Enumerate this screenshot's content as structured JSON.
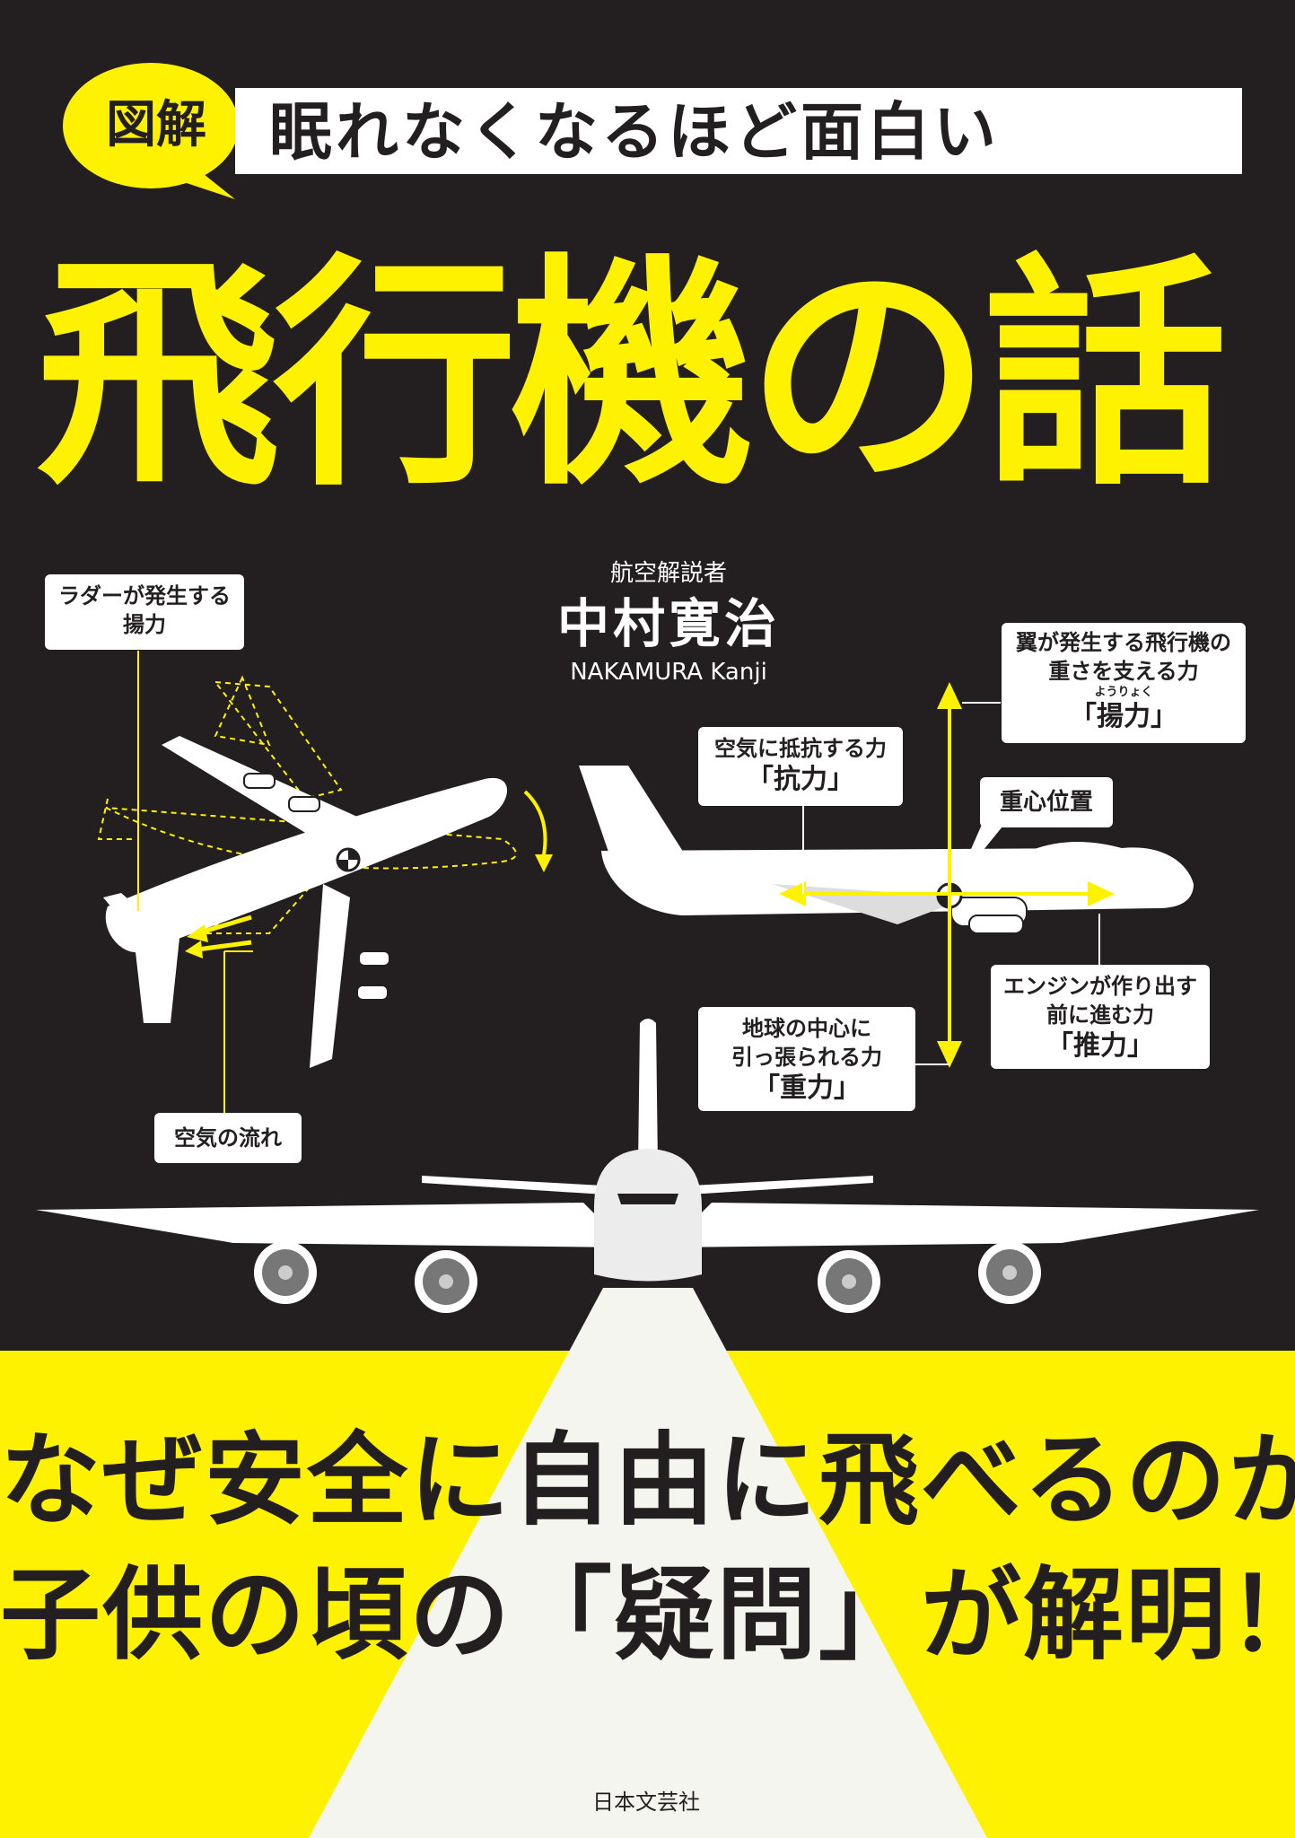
{
  "cover": {
    "badge": "図解",
    "series": "眠れなくなるほど面白い",
    "title": "飛行機の話",
    "author": {
      "label": "航空解説者",
      "name": "中村寛治",
      "roman": "NAKAMURA Kanji"
    },
    "callouts": {
      "rudder_lift": [
        "ラダーが発生する",
        "揚力"
      ],
      "airflow": "空気の流れ",
      "drag": [
        "空気に抵抗する力",
        "「抗力」"
      ],
      "lift": [
        "翼が発生する飛行機の",
        "重さを支える力",
        "ようりょく",
        "「揚力」"
      ],
      "cg": "重心位置",
      "thrust": [
        "エンジンが作り出す",
        "前に進む力",
        "「推力」"
      ],
      "gravity": [
        "地球の中心に",
        "引っ張られる力",
        "「重力」"
      ]
    },
    "tagline": [
      "なぜ安全に自由に飛べるのか",
      "子供の頃の「疑問」が解明！"
    ],
    "publisher": "日本文芸社"
  },
  "colors": {
    "background": "#231f20",
    "accent_yellow": "#fff200",
    "white": "#ffffff",
    "light_beam": "#f4f4ee"
  },
  "icons": [
    "speech-bubble-badge",
    "airplane-top-view",
    "airplane-side-view",
    "airplane-front-view",
    "force-arrows",
    "center-of-gravity-icon",
    "rotation-arrow-icon",
    "jet-engine-icon"
  ]
}
